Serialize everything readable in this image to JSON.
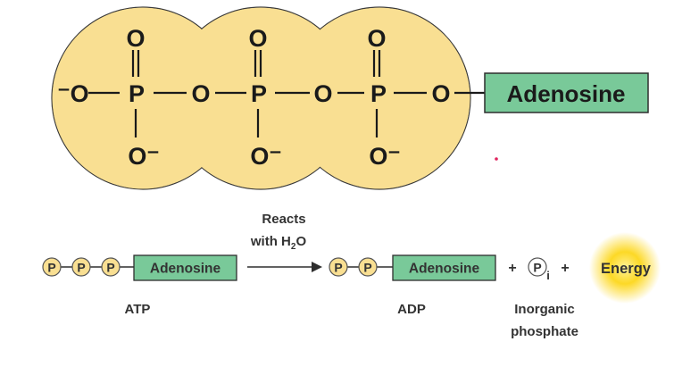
{
  "structure": {
    "adenosine_label": "Adenosine",
    "oxygen": "O",
    "phosphorus": "P",
    "o_minus": "O⁻",
    "left_o": "⁻O"
  },
  "reaction": {
    "reacts_line1": "Reacts",
    "reacts_with": "with H",
    "reacts_sub": "2",
    "reacts_o": "O",
    "phosphate_symbol": "P",
    "atp_adenosine": "Adenosine",
    "adp_adenosine": "Adenosine",
    "plus": "+",
    "pi_symbol": "P",
    "pi_sub": "i",
    "energy": "Energy",
    "atp_label": "ATP",
    "adp_label": "ADP",
    "inorganic_line1": "Inorganic",
    "inorganic_line2": "phosphate"
  },
  "colors": {
    "phosphate_fill": "#f9df92",
    "adenosine_fill": "#79c999",
    "energy_glow": "#fcd200",
    "dot": "#e0245e"
  }
}
